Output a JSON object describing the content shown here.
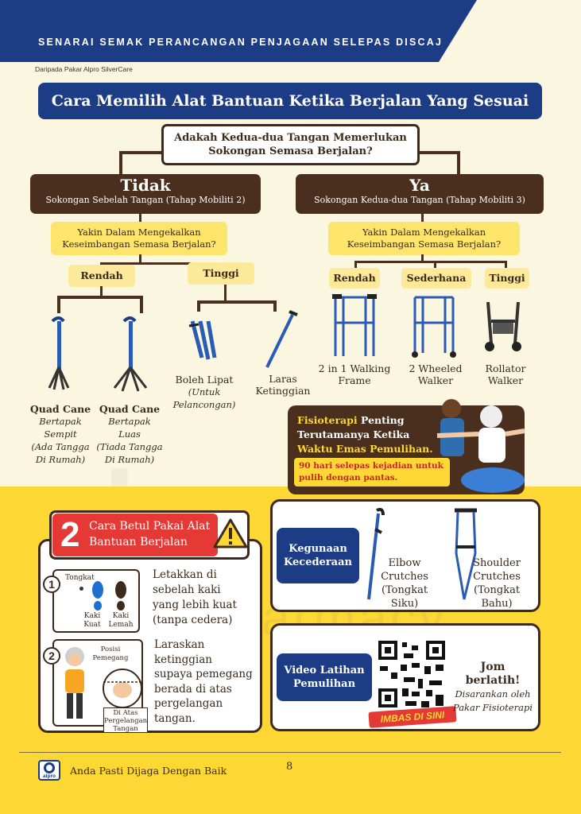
{
  "header": {
    "title": "SENARAI SEMAK PERANCANGAN PENJAGAAN SELEPAS DISCAJ",
    "subtitle": "Daripada Pakar Alpro SilverCare"
  },
  "banner": "Cara Memilih Alat Bantuan Ketika Berjalan Yang Sesuai",
  "question": {
    "line1": "Adakah Kedua-dua Tangan Memerlukan",
    "line2": "Sokongan Semasa Berjalan?"
  },
  "left": {
    "answer": "Tidak",
    "desc": "Sokongan Sebelah Tangan (Tahap Mobiliti 2)",
    "balance": {
      "line1": "Yakin Dalam Mengekalkan",
      "line2": "Keseimbangan Semasa Berjalan?"
    },
    "low": "Rendah",
    "high": "Tinggi",
    "items": [
      {
        "name": "Quad Cane",
        "l1": "Bertapak",
        "l2": "Sempit",
        "l3": "(Ada Tangga",
        "l4": "Di Rumah)"
      },
      {
        "name": "Quad Cane",
        "l1": "Bertapak",
        "l2": "Luas",
        "l3": "(Tiada Tangga",
        "l4": "Di Rumah)"
      },
      {
        "name": "Boleh Lipat",
        "l1": "(Untuk",
        "l2": "Pelancongan)"
      },
      {
        "name": "Laras",
        "l1": "Ketinggian"
      }
    ]
  },
  "right": {
    "answer": "Ya",
    "desc": "Sokongan Kedua-dua Tangan (Tahap Mobiliti 3)",
    "balance": {
      "line1": "Yakin Dalam Mengekalkan",
      "line2": "Keseimbangan Semasa Berjalan?"
    },
    "low": "Rendah",
    "mid": "Sederhana",
    "high": "Tinggi",
    "items": [
      {
        "l1": "2 in 1 Walking",
        "l2": "Frame"
      },
      {
        "l1": "2 Wheeled",
        "l2": "Walker"
      },
      {
        "l1": "Rollator",
        "l2": "Walker"
      }
    ]
  },
  "physio": {
    "hl1": "Fisioterapi",
    "t1": " Penting",
    "t2": "Terutamanya Ketika",
    "hl2": "Waktu Emas Pemulihan.",
    "note1": "90 hari selepas kejadian untuk",
    "note2": "pulih dengan pantas."
  },
  "howto": {
    "num": "2",
    "t1": "Cara Betul Pakai Alat",
    "t2": "Bantuan Berjalan",
    "step1": {
      "num": "1",
      "tongkat": "Tongkat",
      "kaki_kuat1": "Kaki",
      "kaki_kuat2": "Kuat",
      "kaki_lemah1": "Kaki",
      "kaki_lemah2": "Lemah",
      "t1": "Letakkan di",
      "t2": "sebelah kaki",
      "t3": "yang lebih kuat",
      "t4": "(tanpa cedera)"
    },
    "step2": {
      "num": "2",
      "pos1": "Posisi",
      "pos2": "Pemegang",
      "wrist1": "Di Atas",
      "wrist2": "Pergelangan",
      "wrist3": "Tangan",
      "t1": "Laraskan",
      "t2": "ketinggian",
      "t3": "supaya pemegang",
      "t4": "berada di atas",
      "t5": "pergelangan",
      "t6": "tangan."
    }
  },
  "injury": {
    "label1": "Kegunaan",
    "label2": "Kecederaan",
    "elbow": {
      "l1": "Elbow",
      "l2": "Crutches",
      "l3": "(Tongkat Siku)"
    },
    "shoulder": {
      "l1": "Shoulder",
      "l2": "Crutches",
      "l3": "(Tongkat Bahu)"
    }
  },
  "video": {
    "label1": "Video Latihan",
    "label2": "Pemulihan",
    "scan": "IMBAS DI SINI",
    "cta": "Jom berlatih!",
    "s1": "Disarankan oleh",
    "s2": "Pakar Fisioterapi"
  },
  "footer": {
    "logo": "alpro",
    "tagline": "Anda Pasti Dijaga Dengan Baik",
    "page": "8"
  },
  "watermark": {
    "big": "alpro",
    "small": "pharmacy"
  },
  "colors": {
    "navy": "#1d3c86",
    "brown": "#4a2f1e",
    "yellow": "#fdd835",
    "red": "#e53935"
  }
}
